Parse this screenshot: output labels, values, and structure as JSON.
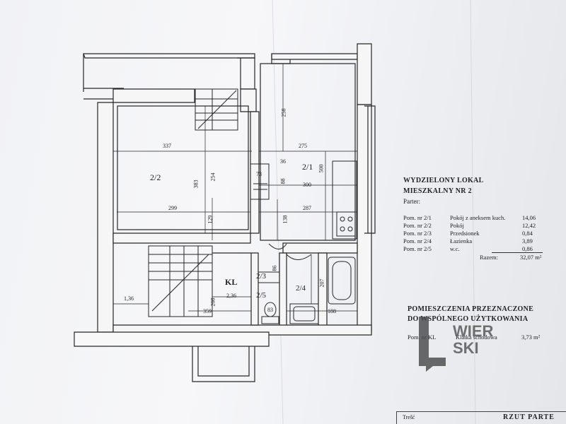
{
  "rooms": {
    "r22": "2/2",
    "r21": "2/1",
    "kl": "KL",
    "r23": "2/3",
    "r25": "2/5",
    "r24": "2/4"
  },
  "dimensions": {
    "d337": "337",
    "d275": "275",
    "d258": "258",
    "d500": "500",
    "d383": "383",
    "d254": "254",
    "d73": "73",
    "d36": "36",
    "d88": "88",
    "d300": "300",
    "d299": "299",
    "d287": "287",
    "d129": "129",
    "d138": "138",
    "d136": "1,36",
    "d236": "2,36",
    "d208": "208",
    "d359": "359",
    "d83": "83",
    "d86": "86",
    "d207": "207",
    "d188": "188"
  },
  "lokal": {
    "heading1": "WYDZIELONY LOKAL",
    "heading2": "MIESZKALNY NR 2",
    "floor": "Parter:",
    "rows": [
      {
        "code": "Pom. nr 2/1",
        "name": "Pokój z aneksem kuch.",
        "area": "14,06"
      },
      {
        "code": "Pom. nr 2/2",
        "name": "Pokój",
        "area": "12,42"
      },
      {
        "code": "Pom. nr 2/3",
        "name": "Przedsionek",
        "area": "0,84"
      },
      {
        "code": "Pom. nr 2/4",
        "name": "Łazienka",
        "area": "3,89"
      },
      {
        "code": "Pom. nr 2/5",
        "name": "w.c.",
        "area": "0,86"
      }
    ],
    "total_label": "Razem:",
    "total_value": "32,07 m²"
  },
  "shared": {
    "heading1": "POMIESZCZENIA PRZEZNACZONE",
    "heading2": "DO WSPÓLNEGO UŻYTKOWANIA",
    "code": "Pom. nr KL",
    "name": "Klatka schodowa",
    "area": "3,73 m²"
  },
  "watermark": {
    "line1": "WIER",
    "line2": "SKI",
    "color": "#4a4a4a"
  },
  "title_block": {
    "left": "Trešć",
    "right": "RZUT PARTE"
  },
  "colors": {
    "line": "#262626",
    "paper": "#f3f4f6"
  }
}
